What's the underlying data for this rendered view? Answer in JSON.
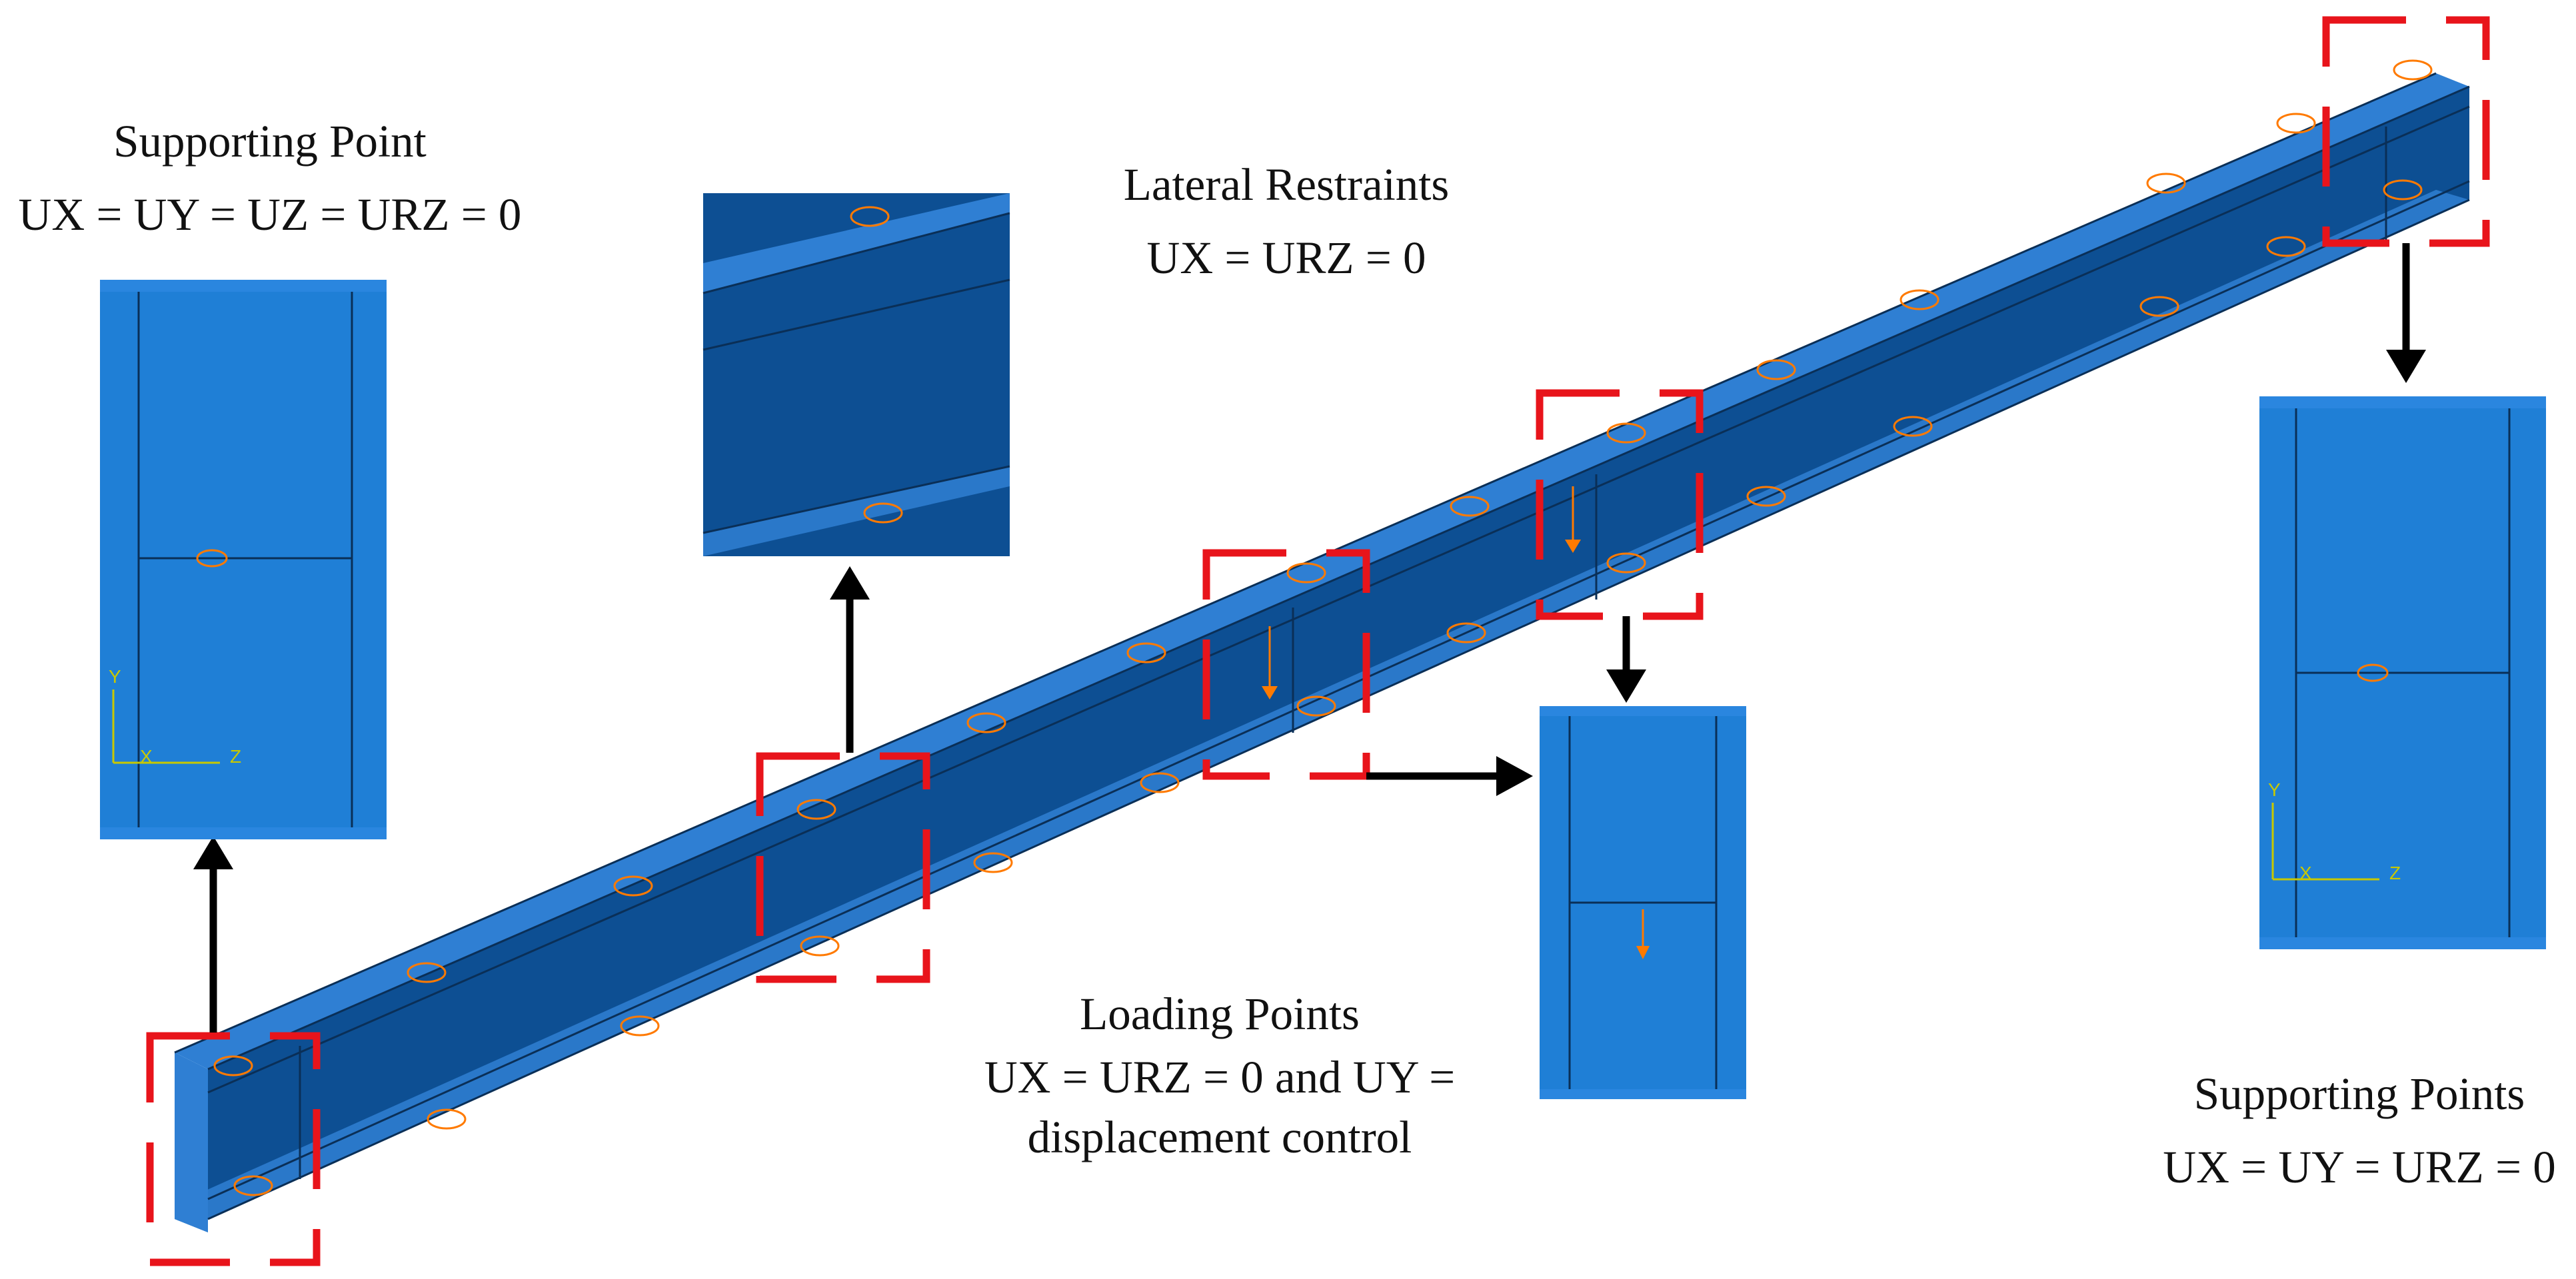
{
  "colors": {
    "beam": "#2f7fd3",
    "web": "#0d4f93",
    "panel": "#1f7fd6",
    "highlight": "#e8141b",
    "arrow": "#000000",
    "boundary_symbol": "#ff7a00",
    "axis_triad": "#c8c800"
  },
  "labels": {
    "supporting_point": {
      "title": "Supporting Point",
      "condition": "UX = UY = UZ = URZ = 0"
    },
    "lateral_restraints": {
      "title": "Lateral Restraints",
      "condition": "UX = URZ = 0"
    },
    "loading_points": {
      "title": "Loading Points",
      "condition": "UX = URZ = 0 and UY =",
      "condition_cont": "displacement control"
    },
    "supporting_points": {
      "title": "Supporting Points",
      "condition": "UX = UY = URZ = 0"
    }
  },
  "axes": {
    "left_panel": {
      "vertical": "Y",
      "depth": "X",
      "horizontal": "Z"
    },
    "right_panel": {
      "vertical": "Y",
      "depth": "X",
      "horizontal": "Z"
    }
  }
}
